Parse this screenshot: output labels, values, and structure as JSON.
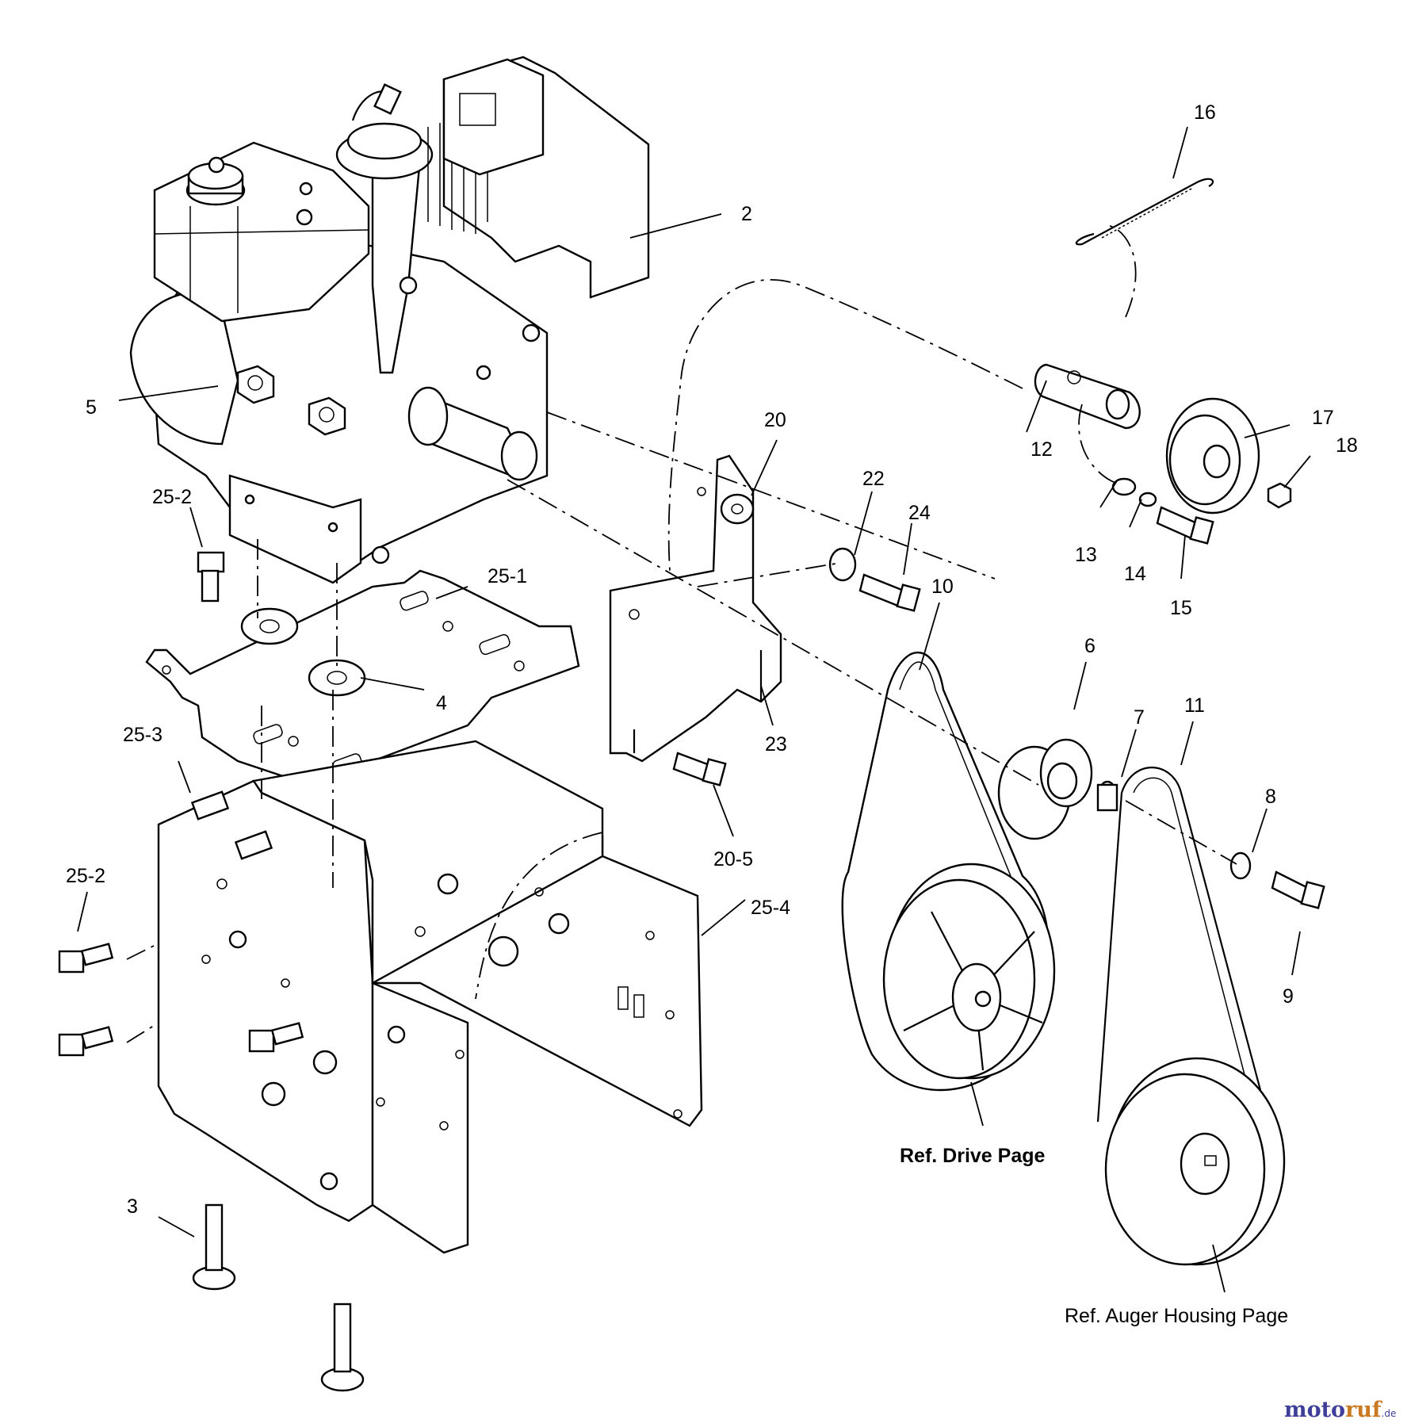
{
  "diagram": {
    "callouts": {
      "c2": "2",
      "c3": "3",
      "c4": "4",
      "c5": "5",
      "c6": "6",
      "c7": "7",
      "c8": "8",
      "c9": "9",
      "c10": "10",
      "c11": "11",
      "c12": "12",
      "c13": "13",
      "c14": "14",
      "c15": "15",
      "c16": "16",
      "c17": "17",
      "c18": "18",
      "c20": "20",
      "c20_5": "20-5",
      "c22": "22",
      "c23": "23",
      "c24": "24",
      "c25_1": "25-1",
      "c25_2a": "25-2",
      "c25_2b": "25-2",
      "c25_3": "25-3",
      "c25_4": "25-4"
    },
    "references": {
      "drive": "Ref. Drive Page",
      "auger": "Ref. Auger Housing Page"
    },
    "watermark": {
      "part1": "moto",
      "part2": "ruf",
      "suffix": ".de"
    }
  }
}
